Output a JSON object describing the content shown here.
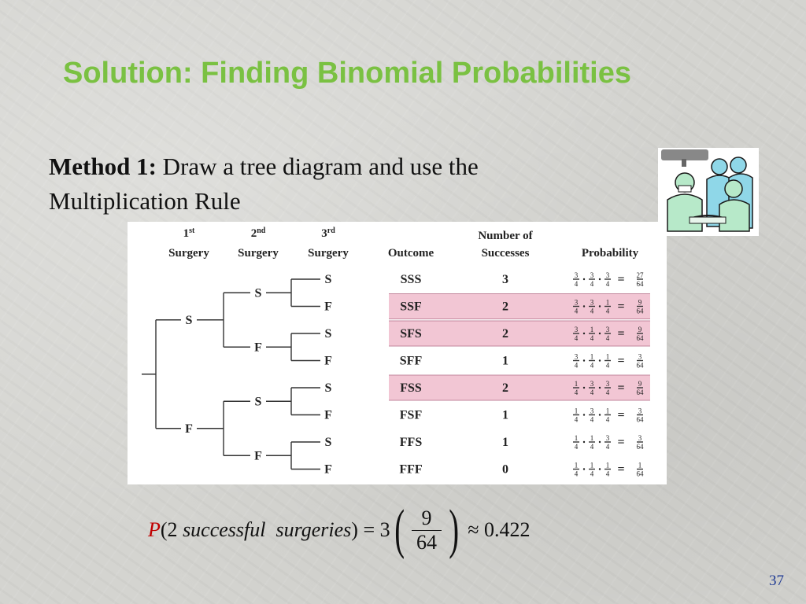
{
  "slide": {
    "title": "Solution: Finding Binomial Probabilities",
    "method_label": "Method 1:",
    "method_text_1": " Draw a tree diagram and use the",
    "method_text_2": "Multiplication Rule",
    "page_number": "37"
  },
  "table": {
    "headers": {
      "surgery1_a": "1",
      "surgery1_sup": "st",
      "surgery1_b": "Surgery",
      "surgery2_a": "2",
      "surgery2_sup": "nd",
      "surgery2_b": "Surgery",
      "surgery3_a": "3",
      "surgery3_sup": "rd",
      "surgery3_b": "Surgery",
      "outcome": "Outcome",
      "successes_a": "Number of",
      "successes_b": "Successes",
      "probability": "Probability"
    },
    "tree": {
      "level1": [
        "S",
        "F"
      ],
      "level2": [
        "S",
        "F",
        "S",
        "F"
      ],
      "level3": [
        "S",
        "F",
        "S",
        "F",
        "S",
        "F",
        "S",
        "F"
      ]
    },
    "rows": [
      {
        "outcome": "SSS",
        "successes": "3",
        "f1": [
          "3",
          "4"
        ],
        "f2": [
          "3",
          "4"
        ],
        "f3": [
          "3",
          "4"
        ],
        "result": [
          "27",
          "64"
        ],
        "highlight": false
      },
      {
        "outcome": "SSF",
        "successes": "2",
        "f1": [
          "3",
          "4"
        ],
        "f2": [
          "3",
          "4"
        ],
        "f3": [
          "1",
          "4"
        ],
        "result": [
          "9",
          "64"
        ],
        "highlight": true
      },
      {
        "outcome": "SFS",
        "successes": "2",
        "f1": [
          "3",
          "4"
        ],
        "f2": [
          "1",
          "4"
        ],
        "f3": [
          "3",
          "4"
        ],
        "result": [
          "9",
          "64"
        ],
        "highlight": true
      },
      {
        "outcome": "SFF",
        "successes": "1",
        "f1": [
          "3",
          "4"
        ],
        "f2": [
          "1",
          "4"
        ],
        "f3": [
          "1",
          "4"
        ],
        "result": [
          "3",
          "64"
        ],
        "highlight": false
      },
      {
        "outcome": "FSS",
        "successes": "2",
        "f1": [
          "1",
          "4"
        ],
        "f2": [
          "3",
          "4"
        ],
        "f3": [
          "3",
          "4"
        ],
        "result": [
          "9",
          "64"
        ],
        "highlight": true
      },
      {
        "outcome": "FSF",
        "successes": "1",
        "f1": [
          "1",
          "4"
        ],
        "f2": [
          "3",
          "4"
        ],
        "f3": [
          "1",
          "4"
        ],
        "result": [
          "3",
          "64"
        ],
        "highlight": false
      },
      {
        "outcome": "FFS",
        "successes": "1",
        "f1": [
          "1",
          "4"
        ],
        "f2": [
          "1",
          "4"
        ],
        "f3": [
          "3",
          "4"
        ],
        "result": [
          "3",
          "64"
        ],
        "highlight": false
      },
      {
        "outcome": "FFF",
        "successes": "0",
        "f1": [
          "1",
          "4"
        ],
        "f2": [
          "1",
          "4"
        ],
        "f3": [
          "1",
          "4"
        ],
        "result": [
          "1",
          "64"
        ],
        "highlight": false
      }
    ]
  },
  "formula": {
    "p": "P",
    "open": "(2 ",
    "arg": "successful  surgeries",
    "close": ") = 3",
    "numerator": "9",
    "denominator": "64",
    "approx": "≈ 0.422"
  },
  "colors": {
    "title_green": "#7ac142",
    "highlight_pink": "#f2c6d4",
    "p_red": "#c00000"
  }
}
